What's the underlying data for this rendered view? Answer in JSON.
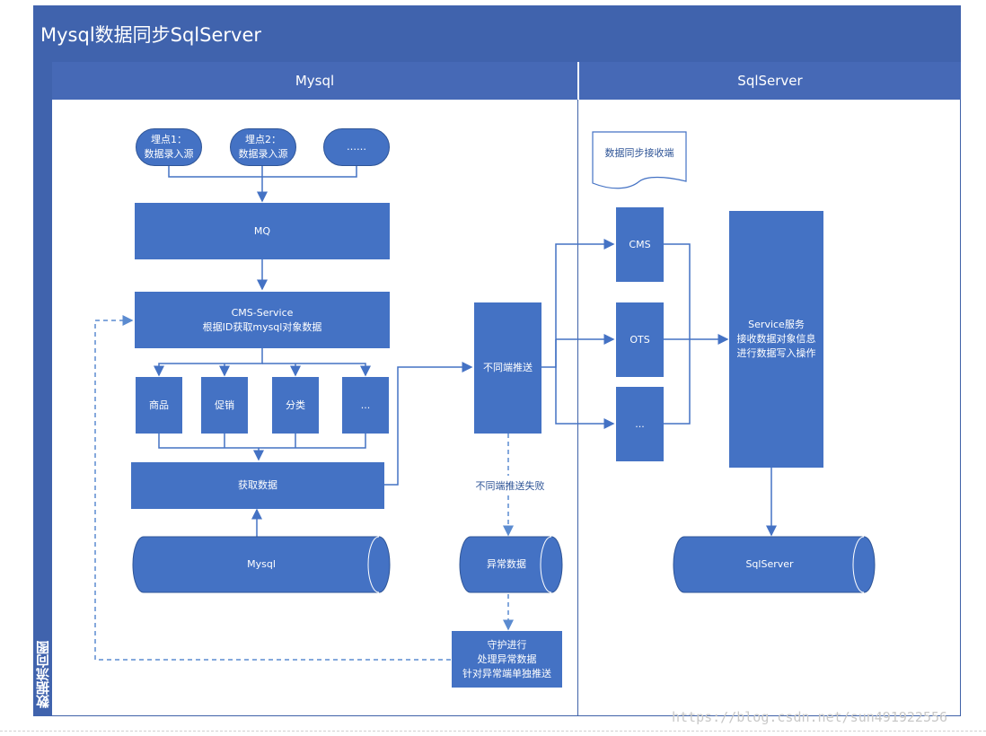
{
  "title": "Mysql数据同步SqlServer",
  "lanes": {
    "left": "Mysql",
    "right": "SqlServer"
  },
  "side_label": "数据流向图",
  "nodes": {
    "source1": "埋点1：\n数据录入源",
    "source2": "埋点2：\n数据录入源",
    "source_more": "……",
    "mq": "MQ",
    "cms_service": "CMS-Service\n根据ID获取mysql对象数据",
    "cat_goods": "商品",
    "cat_promo": "促销",
    "cat_class": "分类",
    "cat_more": "...",
    "fetch_data": "获取数据",
    "mysql_db": "Mysql",
    "push": "不同端推送",
    "push_fail_label": "不同端推送失败",
    "error_data": "异常数据",
    "daemon": "守护进行\n处理异常数据\n针对异常端单独推送",
    "receiver_doc": "数据同步接收端",
    "cms": "CMS",
    "ots": "OTS",
    "end_more": "...",
    "service": "Service服务\n接收数据对象信息\n进行数据写入操作",
    "sqlserver_db": "SqlServer"
  },
  "watermark": "https://blog.csdn.net/sun491922556",
  "colors": {
    "header": "#4063ad",
    "box": "#4472c4",
    "line": "#4472c4",
    "dash": "#5b8bd0"
  }
}
